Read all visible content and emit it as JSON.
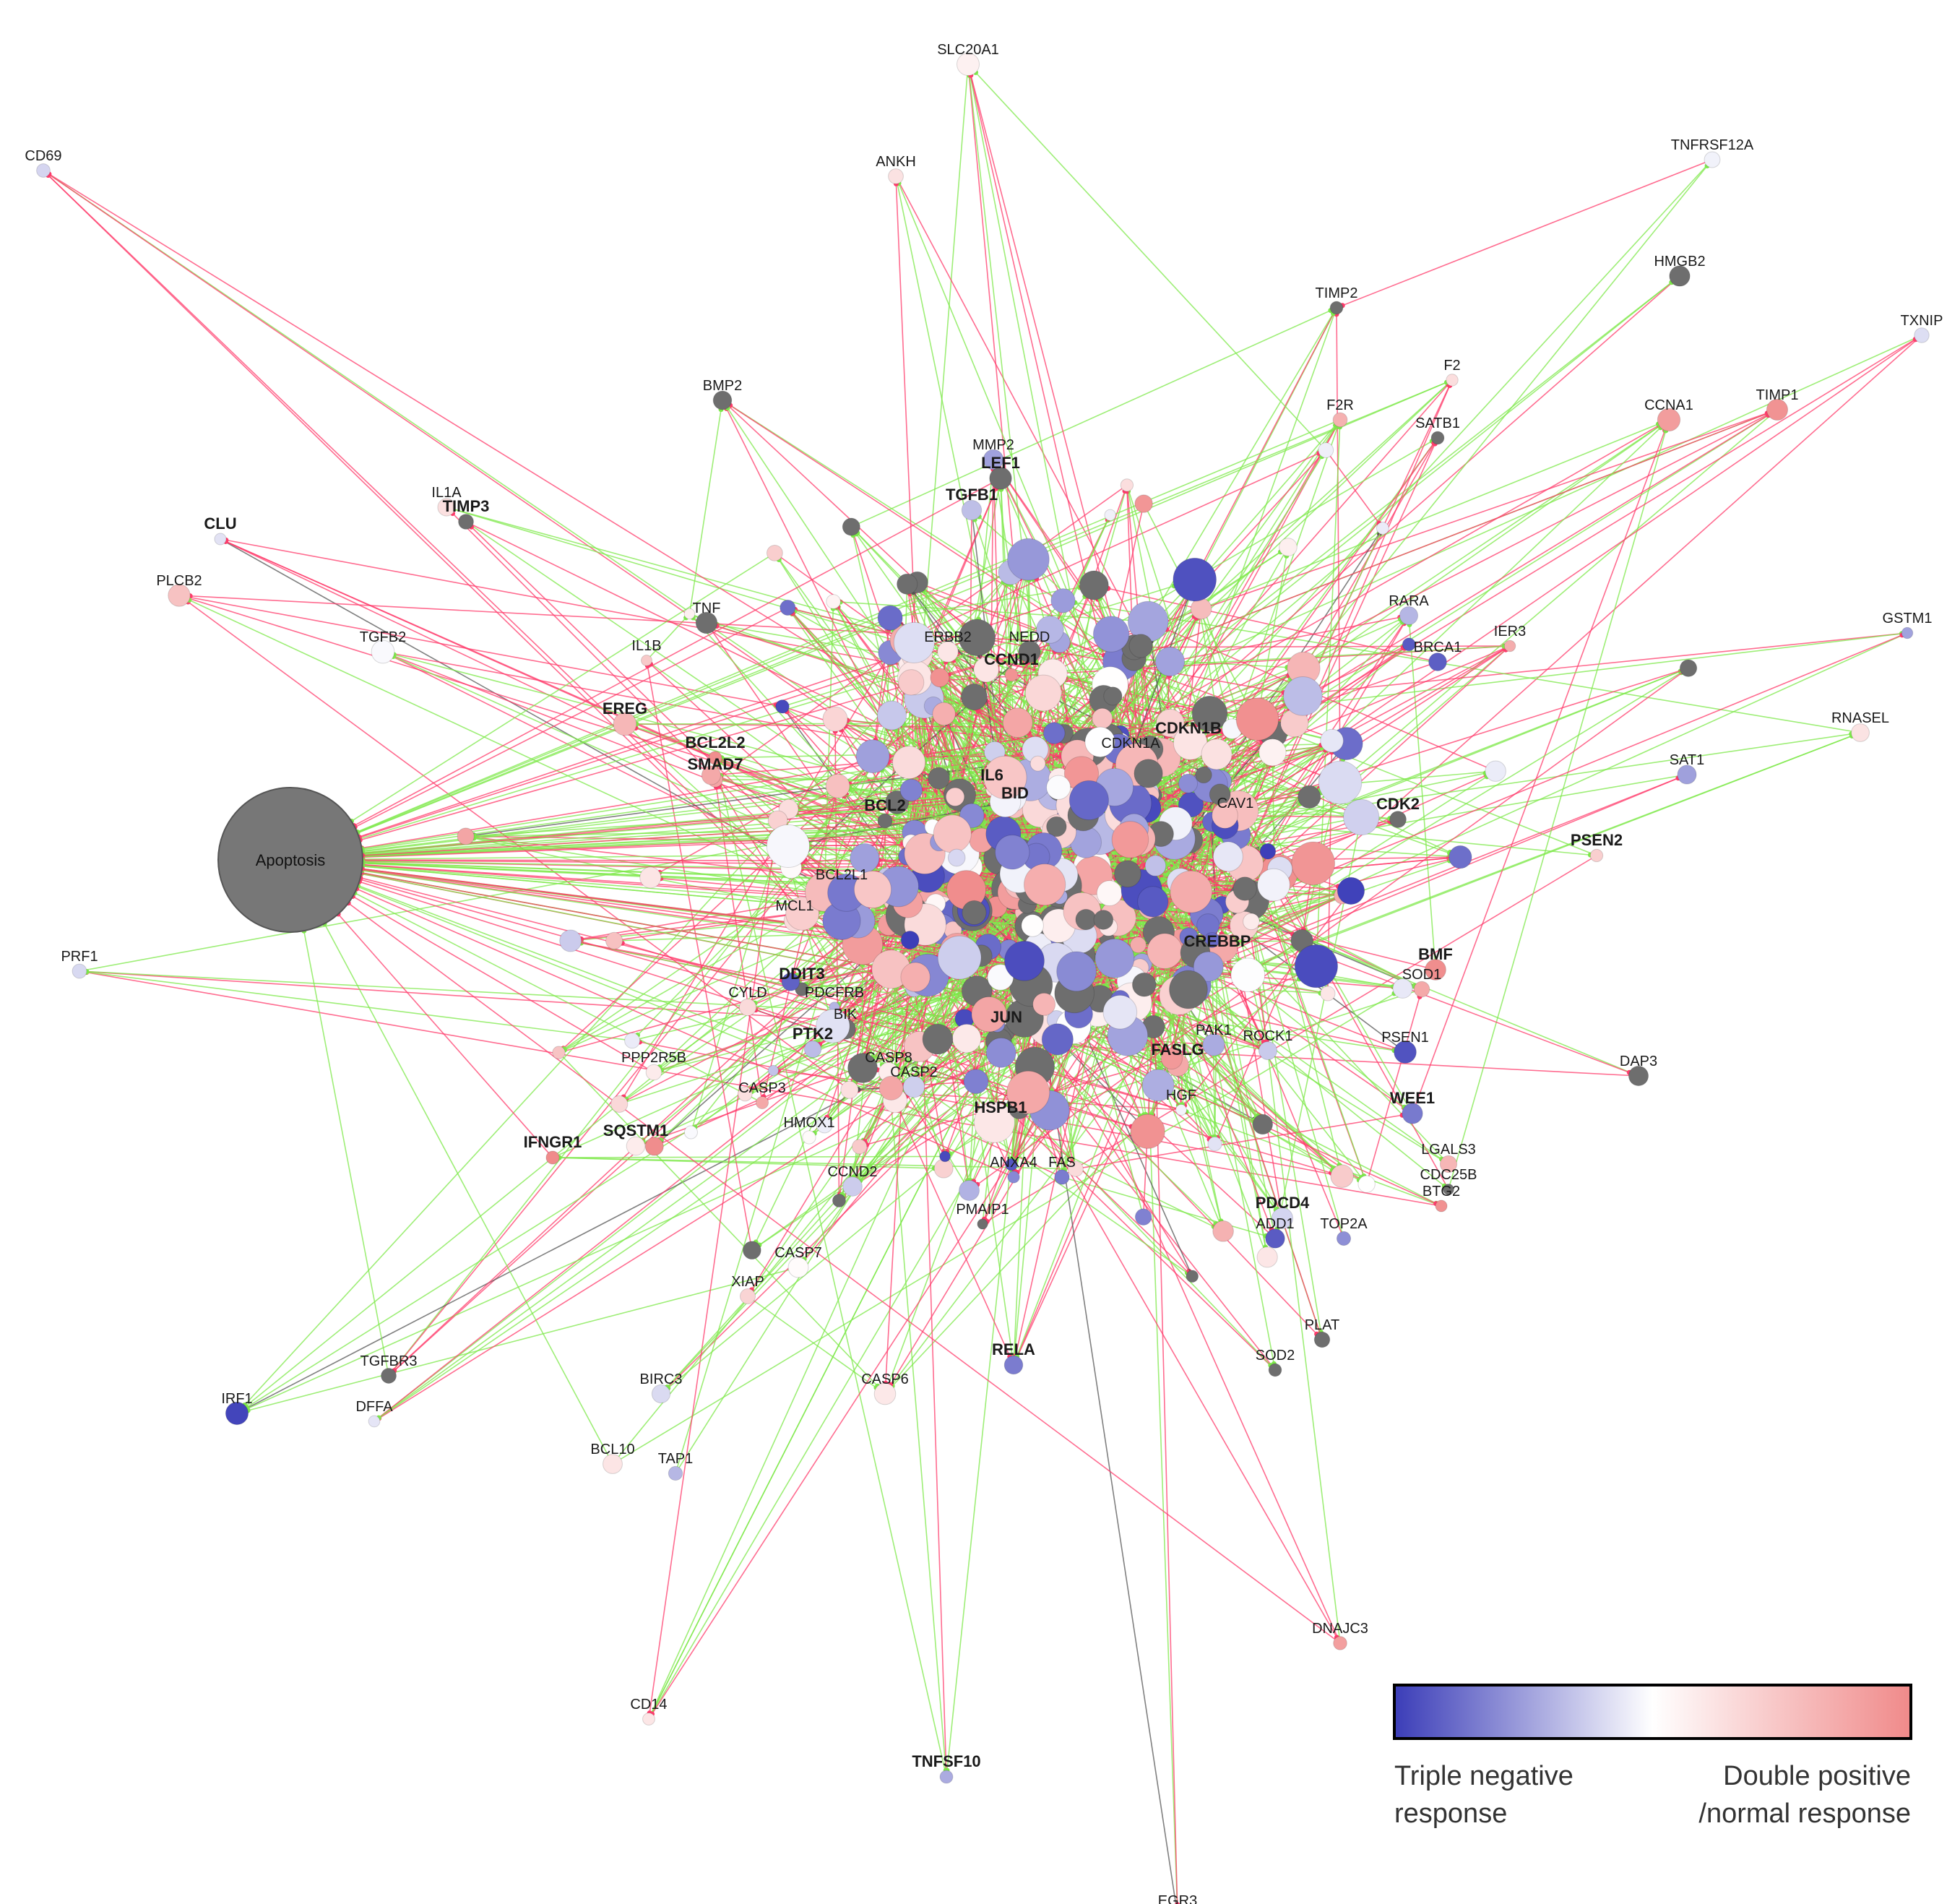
{
  "apoptosis_label": "Apoptosis",
  "legend": {
    "low_label_line1": "Triple negative",
    "low_label_line2": "response",
    "high_label_line1": "Double positive",
    "high_label_line2": "/normal response",
    "colors": {
      "low": "#3b3db8",
      "mid": "#ffffff",
      "high": "#f08a8a"
    }
  },
  "edge_colors": {
    "activation": "#7de84a",
    "inhibition": "#ff3b6b",
    "other": "#555555"
  },
  "gene_labels": [
    "SLC20A1",
    "ANKH",
    "CD69",
    "TNFRSF12A",
    "HMGB2",
    "TXNIP",
    "TIMP2",
    "F2",
    "BMP2",
    "CCNA1",
    "TIMP1",
    "F2R",
    "SATB1",
    "MMP2",
    "LEF1",
    "TGFB1",
    "IL1A",
    "TIMP3",
    "CLU",
    "PLCB2",
    "RARA",
    "TNF",
    "IER3",
    "GSTM1",
    "ERBB2",
    "NEDD",
    "BRCA1",
    "TGFB2",
    "IL1B",
    "CCND1",
    "EREG",
    "CDKN1B",
    "RNASEL",
    "BCL2L2",
    "CDKN1A",
    "SMAD7",
    "SAT1",
    "IL6",
    "BID",
    "CDK2",
    "BCL2",
    "CAV1",
    "PSEN2",
    "Apoptosis",
    "BCL2L1",
    "MCL1",
    "CREBBP",
    "PRF1",
    "BMF",
    "DDIT3",
    "SOD1",
    "CYLD",
    "PDCFRB",
    "BIK",
    "JUN",
    "PAK1",
    "PTK2",
    "CASP8",
    "CASP2",
    "ROCK1",
    "PSEN1",
    "DAP3",
    "PPP2R5B",
    "FASLG",
    "CASP3",
    "HSPB1",
    "HGF",
    "WEE1",
    "IFNGR1",
    "SQSTM1",
    "HMOX1",
    "LGALS3",
    "ANXA4",
    "FAS",
    "CCND2",
    "CDC25B",
    "BTG2",
    "PDCD4",
    "ADD1",
    "TOP2A",
    "PMAIP1",
    "CASP7",
    "XIAP",
    "PLAT",
    "TGFBR3",
    "RELA",
    "SOD2",
    "BIRC3",
    "CASP6",
    "IRF1",
    "DFFA",
    "BCL10",
    "TAP1",
    "DNAJC3",
    "CD14",
    "TNFSF10",
    "EGR3"
  ]
}
